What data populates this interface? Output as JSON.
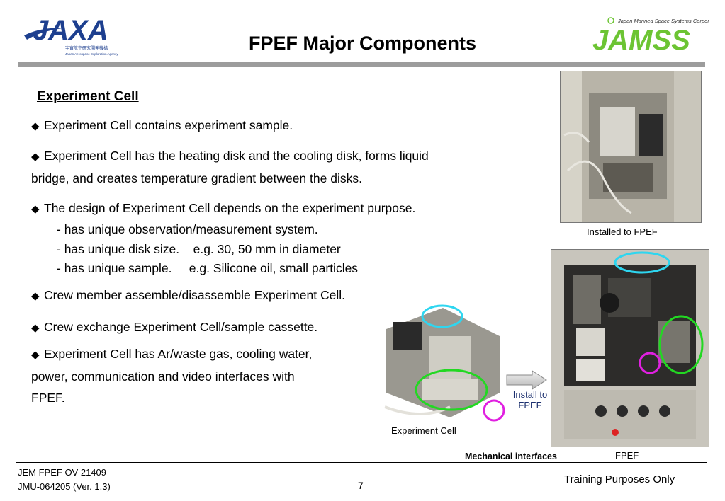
{
  "header": {
    "title": "FPEF Major Components",
    "left_logo": {
      "name": "JAXA",
      "subtitle_jp": "宇宙航空研究開発機構",
      "subtitle_en": "Japan Aerospace Exploration Agency"
    },
    "right_logo": {
      "name": "JAMSS",
      "tagline": "Japan Manned Space Systems Corporation"
    }
  },
  "section_title": "Experiment Cell",
  "bullets": [
    {
      "line1": "Experiment Cell contains experiment sample."
    },
    {
      "line1": "Experiment Cell has the heating disk and the cooling disk, forms liquid",
      "line2": "bridge, and creates temperature gradient between the disks."
    },
    {
      "line1": "The design of Experiment Cell depends on the experiment purpose.",
      "subs": [
        "- has unique observation/measurement system.",
        "- has unique disk size.    e.g. 30, 50 mm in diameter",
        "- has unique sample.     e.g. Silicone oil, small particles"
      ]
    },
    {
      "line1": "Crew member assemble/disassemble Experiment Cell."
    },
    {
      "line1": "Crew exchange Experiment Cell/sample cassette."
    },
    {
      "line1": "Experiment Cell has Ar/waste gas, cooling water,",
      "line2": "power, communication and video interfaces with",
      "line3": "FPEF."
    }
  ],
  "bullet_glyph": "◆",
  "figures": {
    "installed_caption": "Installed to FPEF",
    "cell_caption": "Experiment Cell",
    "install_arrow_label": "Install to\nFPEF",
    "install_arrow_line1": "Install to",
    "install_arrow_line2": "FPEF",
    "fpef_caption": "FPEF",
    "mechanical_caption": "Mechanical interfaces"
  },
  "colors": {
    "cyan_marker": "#2ed6f0",
    "green_marker": "#22d822",
    "magenta_marker": "#e020e0",
    "jaxa_blue": "#1d3f8f",
    "jamss_green": "#6cc433"
  },
  "footer": {
    "doc_id": "JEM FPEF OV 21409",
    "doc_ver": "JMU-064205 (Ver. 1.3)",
    "page": "7",
    "notice": "Training Purposes Only"
  }
}
